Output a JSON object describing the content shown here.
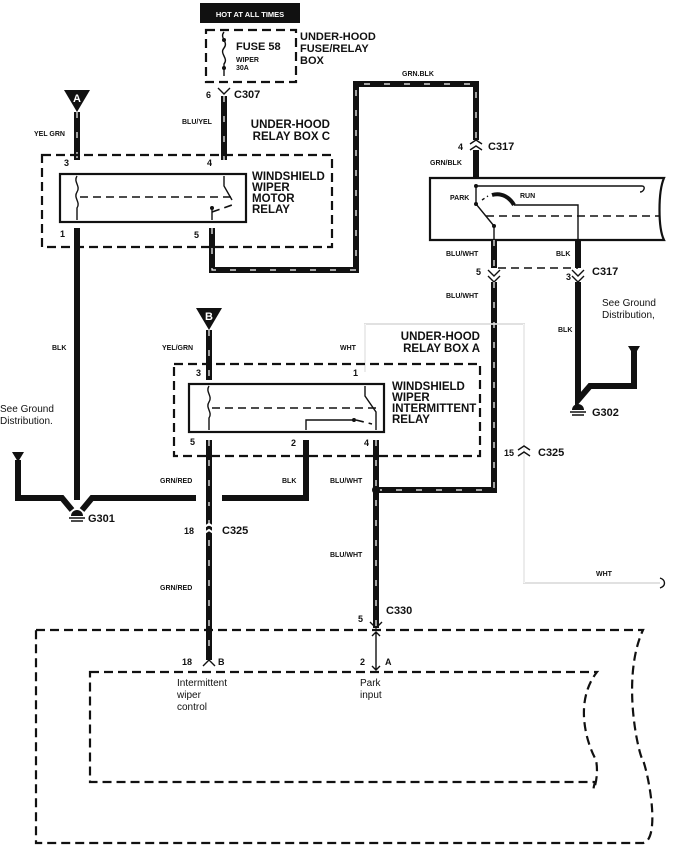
{
  "power": {
    "hot_label": "HOT AT ALL TIMES"
  },
  "fuse_box": {
    "name_lines": [
      "UNDER-HOOD",
      "FUSE/RELAY",
      "BOX"
    ],
    "fuse_label": "FUSE 58",
    "fuse_desc_lines": [
      "WIPER",
      "30A"
    ]
  },
  "connectors": {
    "c307": {
      "name": "C307",
      "pin": "6"
    },
    "c317_top": {
      "name": "C317",
      "pin": "4"
    },
    "c317_bottom": {
      "name": "C317",
      "pin_left": "5",
      "pin_right": "3"
    },
    "c325_left": {
      "name": "C325",
      "pin": "18"
    },
    "c325_right": {
      "name": "C325",
      "pin": "15"
    },
    "c330": {
      "name": "C330",
      "pin": "5"
    }
  },
  "relay_box_c": {
    "name_lines": [
      "UNDER-HOOD",
      "RELAY BOX C"
    ],
    "relay_lines": [
      "WINDSHIELD",
      "WIPER",
      "MOTOR",
      "RELAY"
    ],
    "pins": {
      "p3": "3",
      "p4": "4",
      "p1": "1",
      "p5": "5"
    }
  },
  "relay_box_a": {
    "name_lines": [
      "UNDER-HOOD",
      "RELAY BOX A"
    ],
    "relay_lines": [
      "WINDSHIELD",
      "WIPER",
      "INTERMITTENT",
      "RELAY"
    ],
    "pins": {
      "p3": "3",
      "p1": "1",
      "p5": "5",
      "p2": "2",
      "p4": "4"
    }
  },
  "motor": {
    "park_label": "PARK",
    "run_label": "RUN"
  },
  "wire_colors": {
    "yel_grn_a": "YEL GRN",
    "blu_yel": "BLU/YEL",
    "grn_blk_top": "GRN.BLK",
    "grn_blk": "GRN/BLK",
    "blu_wht_motor": "BLU/WHT",
    "blk_motor": "BLK",
    "blu_wht_mid": "BLU/WHT",
    "blk_g302": "BLK",
    "blk_left": "BLK",
    "yel_grn_b": "YEL/GRN",
    "wht_top": "WHT",
    "grn_red_upper": "GRN/RED",
    "blk_relay_a": "BLK",
    "blu_wht_relay_a": "BLU/WHT",
    "grn_red_lower": "GRN/RED",
    "blu_wht_lower": "BLU/WHT",
    "wht_right": "WHT"
  },
  "references": {
    "ref_a": "A",
    "ref_b": "B"
  },
  "grounds": {
    "g301": {
      "name": "G301",
      "note_lines": [
        "See Ground",
        "Distribution."
      ]
    },
    "g302": {
      "name": "G302",
      "note_lines": [
        "See Ground",
        "Distribution,"
      ]
    }
  },
  "control_unit": {
    "pin_b": {
      "pin": "18",
      "letter": "B",
      "desc_lines": [
        "Intermittent",
        "wiper",
        "control"
      ]
    },
    "pin_a": {
      "pin": "2",
      "letter": "A",
      "desc_lines": [
        "Park",
        "input"
      ]
    }
  }
}
